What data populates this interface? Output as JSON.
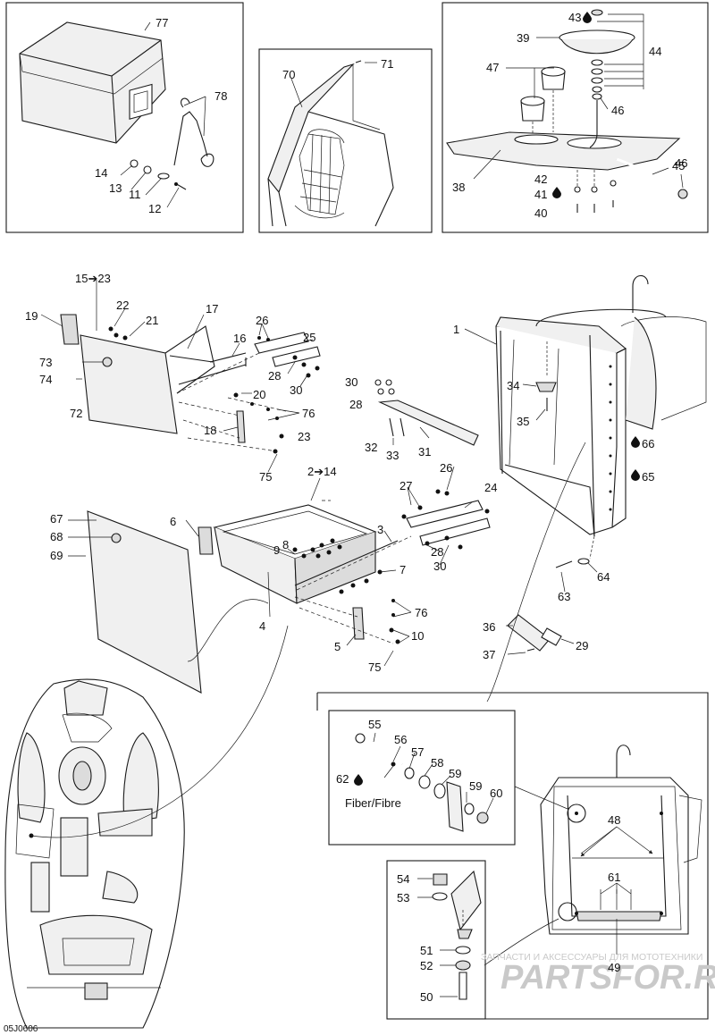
{
  "diagram_code": "05J0606",
  "fiber_label": "Fiber/Fibre",
  "watermark": {
    "brand": "PARTSFOR.RU",
    "tagline": "ЗАПЧАСТИ И АКСЕССУАРЫ ДЛЯ МОТОТЕХНИКИ"
  },
  "callouts": {
    "c1": "1",
    "c2_14": "2➔14",
    "c3": "3",
    "c4": "4",
    "c5": "5",
    "c6": "6",
    "c7": "7",
    "c8": "8",
    "c9": "9",
    "c10": "10",
    "c11": "11",
    "c12": "12",
    "c13": "13",
    "c14": "14",
    "c15_23": "15➔23",
    "c16": "16",
    "c17": "17",
    "c18": "18",
    "c19": "19",
    "c20": "20",
    "c21": "21",
    "c22": "22",
    "c23": "23",
    "c24": "24",
    "c25": "25",
    "c26a": "26",
    "c26b": "26",
    "c27": "27",
    "c28a": "28",
    "c28b": "28",
    "c28c": "28",
    "c29": "29",
    "c30a": "30",
    "c30b": "30",
    "c30c": "30",
    "c31": "31",
    "c32": "32",
    "c33": "33",
    "c34": "34",
    "c35": "35",
    "c36": "36",
    "c37": "37",
    "c38": "38",
    "c39": "39",
    "c40": "40",
    "c41": "41",
    "c42": "42",
    "c43": "43",
    "c44": "44",
    "c45": "45",
    "c46a": "46",
    "c46b": "46",
    "c47": "47",
    "c48": "48",
    "c49": "49",
    "c50": "50",
    "c51": "51",
    "c52": "52",
    "c53": "53",
    "c54": "54",
    "c55": "55",
    "c56": "56",
    "c57": "57",
    "c58": "58",
    "c59a": "59",
    "c59b": "59",
    "c60": "60",
    "c61": "61",
    "c62": "62",
    "c63": "63",
    "c64": "64",
    "c65": "65",
    "c66": "66",
    "c67": "67",
    "c68": "68",
    "c69": "69",
    "c70": "70",
    "c71": "71",
    "c72": "72",
    "c73": "73",
    "c74": "74",
    "c75a": "75",
    "c75b": "75",
    "c76a": "76",
    "c76b": "76",
    "c77": "77",
    "c78": "78"
  }
}
